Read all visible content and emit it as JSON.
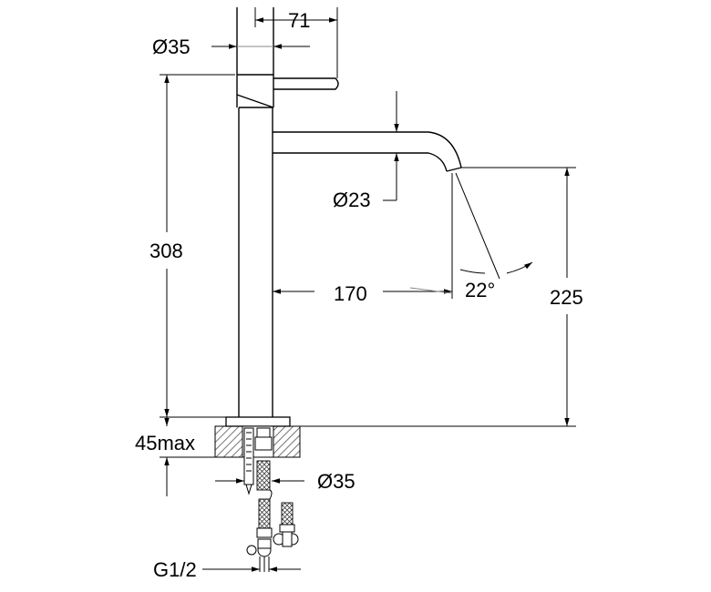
{
  "drawing": {
    "dimensions": {
      "handle_length": "71",
      "top_diameter": "Ø35",
      "body_height": "308",
      "aerator_diameter": "Ø23",
      "spout_reach": "170",
      "spout_angle": "22°",
      "spout_height": "225",
      "counter_thickness": "45max",
      "mount_diameter": "Ø35",
      "connection_thread": "G1/2"
    }
  }
}
